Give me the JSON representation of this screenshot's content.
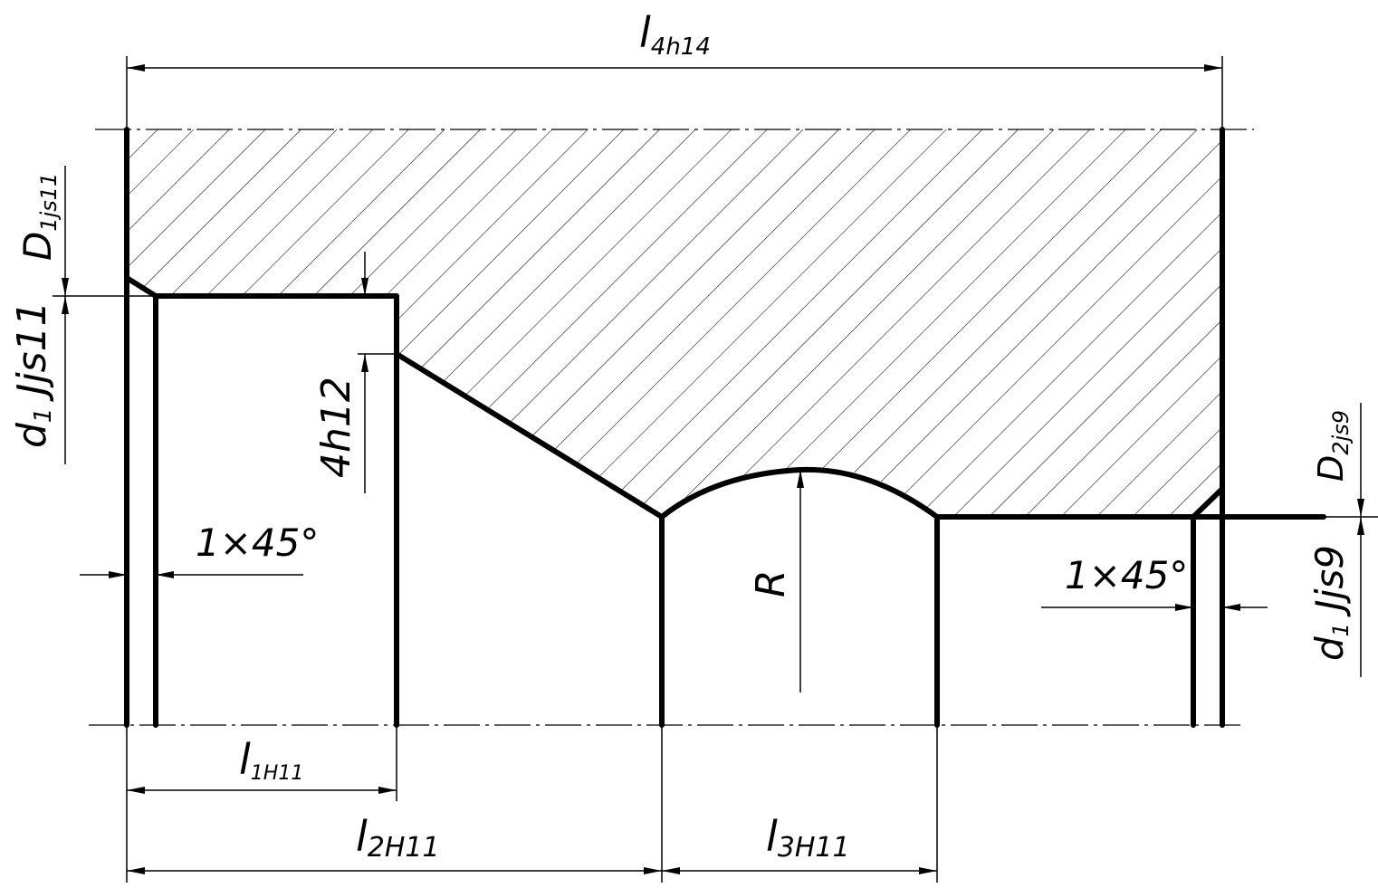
{
  "labels": {
    "l4": {
      "base": "l",
      "sub": "4h14"
    },
    "l1": {
      "base": "l",
      "sub": "1H11"
    },
    "l2": {
      "base": "l",
      "sub": "2H11"
    },
    "l3": {
      "base": "l",
      "sub": "3H11"
    },
    "D1": {
      "base": "D",
      "sub": "1js11"
    },
    "d1_left": {
      "base": "d",
      "sub": "1",
      "suffix": " Jjs11"
    },
    "D2": {
      "base": "D",
      "sub": "2js9"
    },
    "d1_right": {
      "base": "d",
      "sub": "1",
      "suffix": " Jjs9"
    },
    "h": "4h12",
    "chamfer_left": "1×45°",
    "chamfer_right": "1×45°",
    "radius": "R"
  },
  "colors": {
    "line": "#000000",
    "background": "#ffffff"
  }
}
